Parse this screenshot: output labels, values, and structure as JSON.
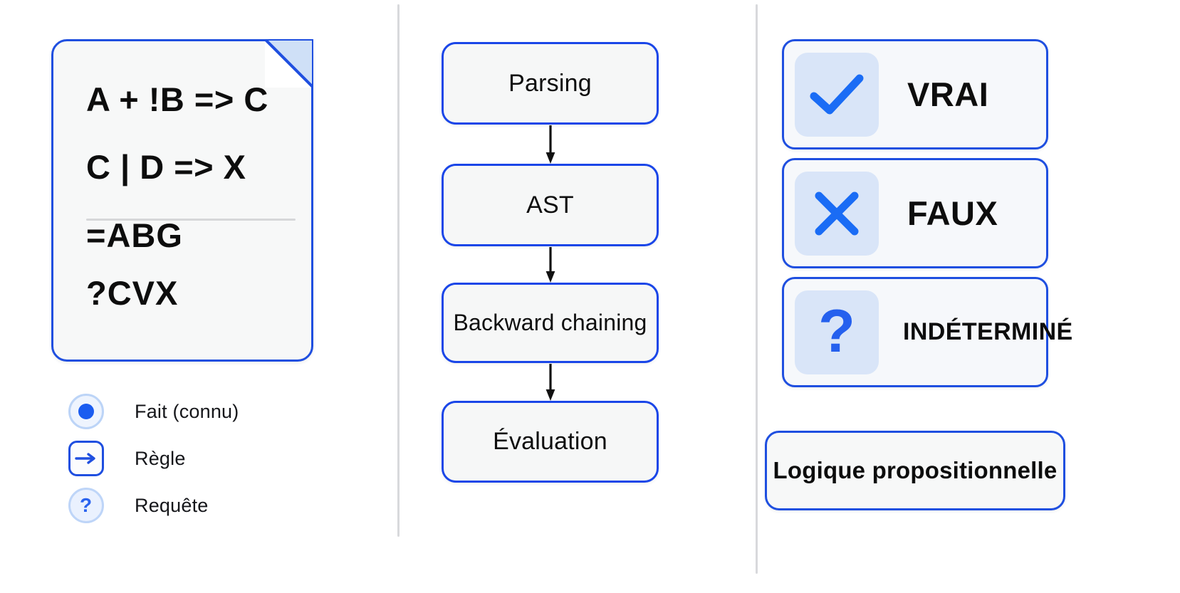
{
  "layout": {
    "accent_blue": "#1f4fe0",
    "icon_blue": "#1a5cf0",
    "tile_blue": "#d9e5f8",
    "card_bg": "#f7f8f8",
    "divider_color": "#d8d9dc",
    "background": "#ffffff"
  },
  "knowledge_base": {
    "rules": [
      "A + !B => C",
      "C | D => X"
    ],
    "facts_line": "=ABG",
    "queries_line": "?CVX"
  },
  "legend": {
    "items": [
      {
        "icon": "fact-dot-icon",
        "label": "Fait (connu)"
      },
      {
        "icon": "rule-arrow-icon",
        "label": "Règle"
      },
      {
        "icon": "query-question-icon",
        "label": "Requête"
      }
    ]
  },
  "pipeline": {
    "steps": [
      {
        "label": "Parsing"
      },
      {
        "label": "AST"
      },
      {
        "label": "Backward chaining"
      },
      {
        "label": "Évaluation"
      }
    ]
  },
  "states": {
    "items": [
      {
        "icon": "check-icon",
        "label": "VRAI"
      },
      {
        "icon": "cross-icon",
        "label": "FAUX"
      },
      {
        "icon": "question-icon",
        "label": "INDÉTERMINÉ"
      }
    ]
  },
  "footer": {
    "label": "Logique propositionnelle"
  }
}
